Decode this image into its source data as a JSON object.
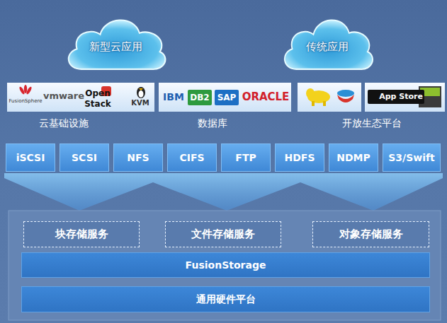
{
  "diagram": {
    "nodes": [
      {
        "text": [
          "新型云应用"
        ]
      },
      {
        "text": [
          "传统应用"
        ]
      },
      {
        "text": [
          "iSCSI"
        ]
      },
      {
        "text": [
          "SCSI"
        ]
      },
      {
        "text": [
          "NFS"
        ]
      },
      {
        "text": [
          "CIFS"
        ]
      },
      {
        "text": [
          "FTP"
        ]
      },
      {
        "text": [
          "HDFS"
        ]
      },
      {
        "text": [
          "NDMP"
        ]
      },
      {
        "text": [
          "S3/Swift"
        ]
      },
      {
        "text": [
          "块存储服务"
        ]
      },
      {
        "text": [
          "文件存储服务"
        ]
      },
      {
        "text": [
          "对象存储服务"
        ]
      },
      {
        "text": [
          "FusionStorage"
        ]
      },
      {
        "text": [
          "通用硬件平台"
        ]
      }
    ],
    "labels": [
      "FusionSphere",
      "vmware",
      "Open Stack",
      "KVM",
      "云基础设施",
      "IBM",
      "DB2",
      "SAP",
      "ORACLE",
      "数据库",
      "App Store",
      "开放生态平台"
    ]
  }
}
